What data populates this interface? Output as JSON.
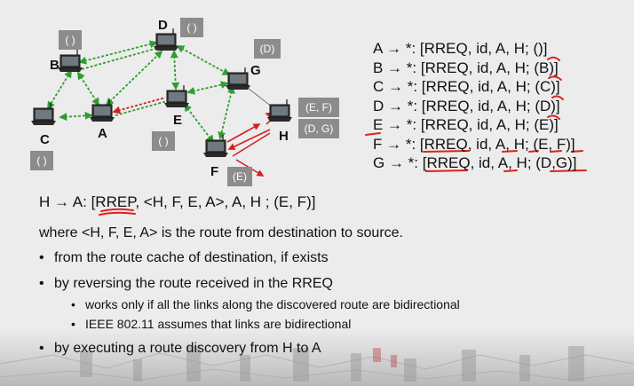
{
  "colors": {
    "link_green": "#2f9e2f",
    "rreq_red": "#d62020",
    "rrep_red": "#c81e1e",
    "tag_bg": "#8c8c8c",
    "annotation_red": "#e02020"
  },
  "nodes": [
    {
      "id": "A",
      "label": "A",
      "tag": ""
    },
    {
      "id": "B",
      "label": "B",
      "tag": "( )"
    },
    {
      "id": "C",
      "label": "C",
      "tag": "( )"
    },
    {
      "id": "D",
      "label": "D",
      "tag": "( )"
    },
    {
      "id": "E",
      "label": "E",
      "tag": "( )"
    },
    {
      "id": "F",
      "label": "F",
      "tag": "(E)"
    },
    {
      "id": "G",
      "label": "G",
      "tag": "(D)"
    },
    {
      "id": "H",
      "label": "H",
      "tag": "(E, F)",
      "tag2": "(D, G)"
    }
  ],
  "rreq_lines": [
    "A → *: [RREQ, id, A, H; ()]",
    "B → *: [RREQ, id, A, H; (B)]",
    "C → *: [RREQ, id, A, H; (C)]",
    "D → *: [RREQ, id, A, H; (D)]",
    "E → *: [RREQ, id, A, H; (E)]",
    "F → *: [RREQ, id, A, H; (E, F)]",
    "G → *: [RREQ, id, A, H; (D,G)]"
  ],
  "rrep": {
    "prefix": "H → A: [",
    "keyword": "RREP",
    "rest": ", <H, F, E, A>, A, H ; (E, F)]"
  },
  "explanation": "where <H, F, E, A> is the route from destination to source.",
  "bullets": [
    "from the route cache of destination, if exists",
    "by reversing the route received in the RREQ",
    "by executing a route discovery from H to A"
  ],
  "sub_bullets": [
    "works only if all the links along the discovered route are bidirectional",
    "IEEE 802.11 assumes that links are bidirectional"
  ],
  "bullet_glyph": "•"
}
